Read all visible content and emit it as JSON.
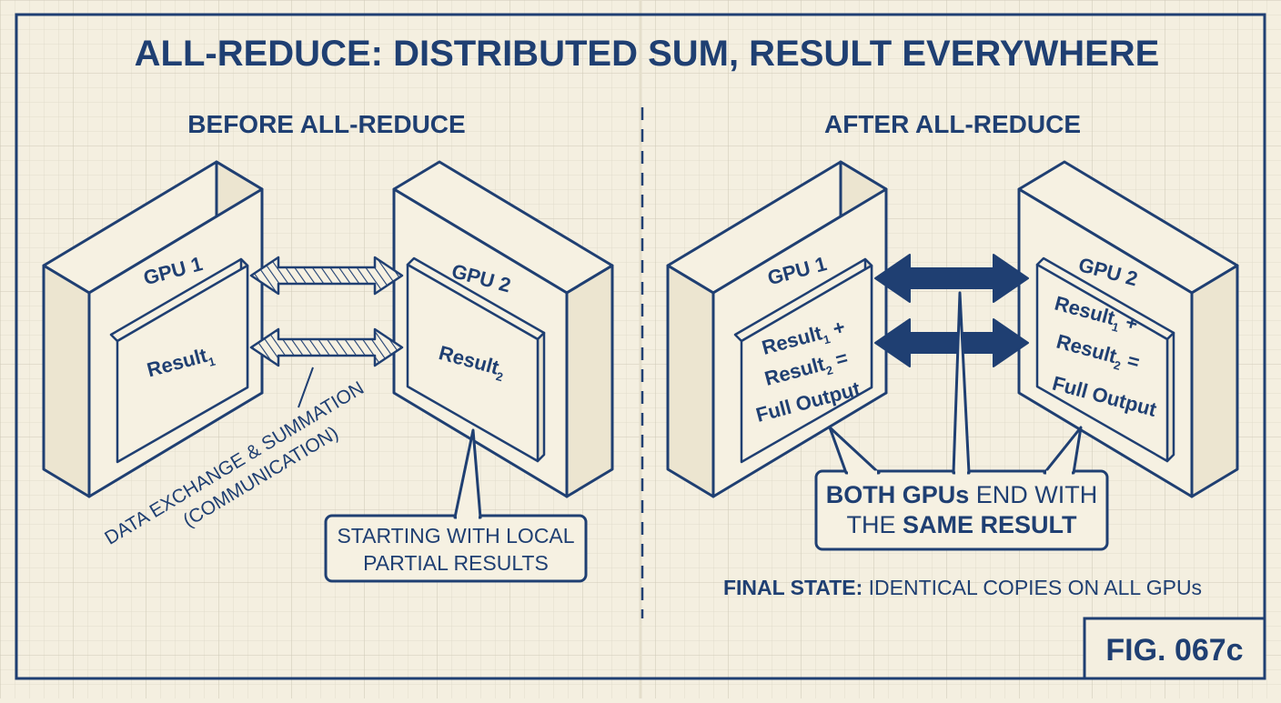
{
  "title": "ALL-REDUCE: DISTRIBUTED SUM, RESULT EVERYWHERE",
  "colors": {
    "ink": "#1f3f72",
    "paper": "#f4efe0",
    "box_face": "#f6f1e2",
    "box_side": "#ece5d0",
    "grid": "#d6d2c2"
  },
  "before": {
    "heading": "BEFORE ALL-REDUCE",
    "gpu1": {
      "label": "GPU 1",
      "result": "Result",
      "result_sub": "1"
    },
    "gpu2": {
      "label": "GPU 2",
      "result": "Result",
      "result_sub": "2"
    },
    "exchange_label_line1": "DATA EXCHANGE & SUMMATION",
    "exchange_label_line2": "(COMMUNICATION)",
    "callout_line1": "STARTING WITH LOCAL",
    "callout_line2": "PARTIAL RESULTS"
  },
  "after": {
    "heading": "AFTER ALL-REDUCE",
    "gpu1": {
      "label": "GPU 1",
      "line1": "Result",
      "line1_sub": "1",
      "line1_tail": " +",
      "line2": "Result",
      "line2_sub": "2",
      "line2_tail": " =",
      "line3": "Full Output"
    },
    "gpu2": {
      "label": "GPU 2",
      "line1": "Result",
      "line1_sub": "1",
      "line1_tail": " +",
      "line2": "Result",
      "line2_sub": "2",
      "line2_tail": " =",
      "line3": "Full Output"
    },
    "callout": {
      "line1_bold": "BOTH GPUs",
      "line1_rest": " END WITH",
      "line2_pre": "THE ",
      "line2_bold": "SAME RESULT"
    },
    "final_state_bold": "FINAL STATE:",
    "final_state_rest": " IDENTICAL COPIES ON ALL GPUs"
  },
  "figure_label": "FIG. 067c"
}
